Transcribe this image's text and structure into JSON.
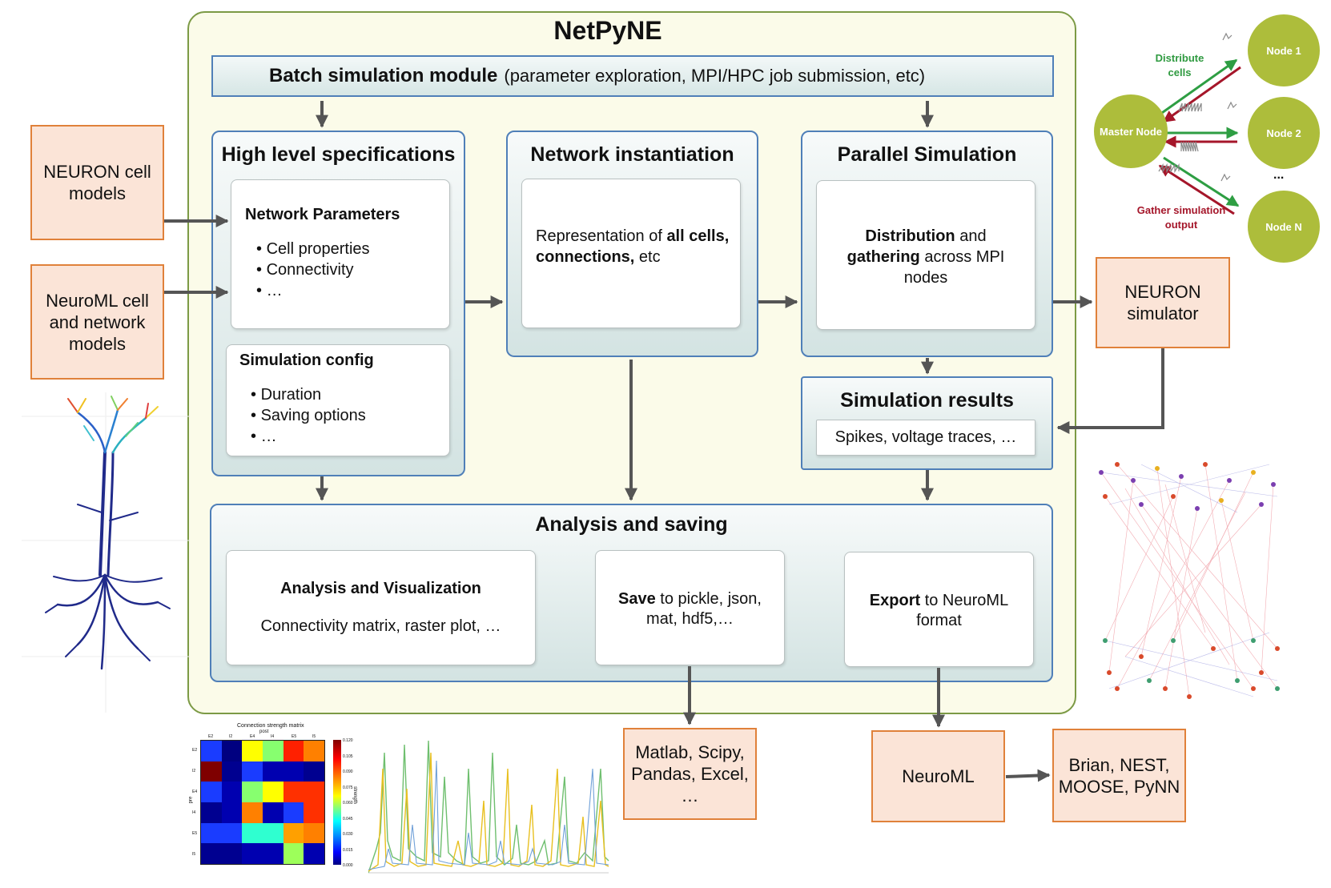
{
  "title": "NetPyNE",
  "batch": {
    "bold": "Batch simulation module",
    "rest": "(parameter exploration, MPI/HPC job submission, etc)"
  },
  "high_level": {
    "title": "High level specifications",
    "net_params": {
      "title": "Network Parameters",
      "items": [
        "Cell properties",
        "Connectivity",
        "…"
      ]
    },
    "sim_config": {
      "title": "Simulation config",
      "items": [
        "Duration",
        "Saving options",
        "…"
      ]
    }
  },
  "instantiation": {
    "title": "Network instantiation",
    "text1": "Representation of ",
    "bold1": "all cells, connections,",
    "text2": " etc"
  },
  "parallel": {
    "title": "Parallel Simulation",
    "bold1": "Distribution",
    "text1": " and ",
    "bold2": "gathering",
    "text2": " across MPI nodes"
  },
  "results": {
    "title": "Simulation results",
    "text": "Spikes, voltage traces, …"
  },
  "analysis": {
    "title": "Analysis and saving",
    "viz": {
      "title": "Analysis and Visualization",
      "text": "Connectivity matrix, raster plot, …"
    },
    "save": {
      "bold": "Save",
      "text": " to pickle, json, mat, hdf5,…"
    },
    "export": {
      "bold": "Export",
      "text": " to NeuroML format"
    }
  },
  "inputs": {
    "neuron": "NEURON cell models",
    "neuroml": "NeuroML cell and network models"
  },
  "outputs": {
    "neuron_sim": "NEURON simulator",
    "matlab": "Matlab, Scipy, Pandas, Excel, …",
    "neuroml": "NeuroML",
    "brian": "Brian, NEST, MOOSE, PyNN"
  },
  "cluster": {
    "master": "Master Node",
    "node1": "Node 1",
    "node2": "Node 2",
    "nodeN": "Node N",
    "dots": "...",
    "distribute": "Distribute cells",
    "gather": "Gather simulation output"
  },
  "heatmap": {
    "title": "Connection strength matrix",
    "post_label": "post",
    "pre_label": "pre",
    "cbar_label": "strength",
    "cols": [
      "E2",
      "I2",
      "E4",
      "I4",
      "E5",
      "I5"
    ],
    "rows": [
      "E2",
      "I2",
      "E4",
      "I4",
      "E5",
      "I5"
    ],
    "cbar_ticks": [
      "0.120",
      "0.105",
      "0.090",
      "0.075",
      "0.060",
      "0.045",
      "0.030",
      "0.015",
      "0.000"
    ],
    "values": [
      [
        0.03,
        0.015,
        0.075,
        0.06,
        0.11,
        0.1
      ],
      [
        0.12,
        0.008,
        0.03,
        0.015,
        0.015,
        0.008
      ],
      [
        0.03,
        0.015,
        0.06,
        0.075,
        0.105,
        0.105
      ],
      [
        0.008,
        0.015,
        0.1,
        0.015,
        0.03,
        0.105
      ],
      [
        0.03,
        0.03,
        0.05,
        0.05,
        0.085,
        0.1
      ],
      [
        0.008,
        0.008,
        0.015,
        0.015,
        0.06,
        0.015
      ]
    ],
    "colors": [
      "#1a3cff",
      "#000080",
      "#ffff00",
      "#87ff6f",
      "#ff2000",
      "#ff8000",
      "#7f0000",
      "#000090",
      "#1a3cff",
      "#0000b0",
      "#0000b0",
      "#000090",
      "#1a3cff",
      "#0000b0",
      "#87ff6f",
      "#ffff00",
      "#ff3000",
      "#ff3000",
      "#000090",
      "#0000b0",
      "#ff8000",
      "#0000b0",
      "#1a3cff",
      "#ff3000",
      "#1a3cff",
      "#1a3cff",
      "#2fffd0",
      "#2fffd0",
      "#ffa000",
      "#ff8000",
      "#000090",
      "#000090",
      "#0000b0",
      "#0000b0",
      "#9dff5a",
      "#0000b0"
    ]
  },
  "colors": {
    "panel_border": "#7c9a45",
    "box_border": "#4f7fb8",
    "orange_border": "#e0813a",
    "node_green": "#adbd3b"
  }
}
